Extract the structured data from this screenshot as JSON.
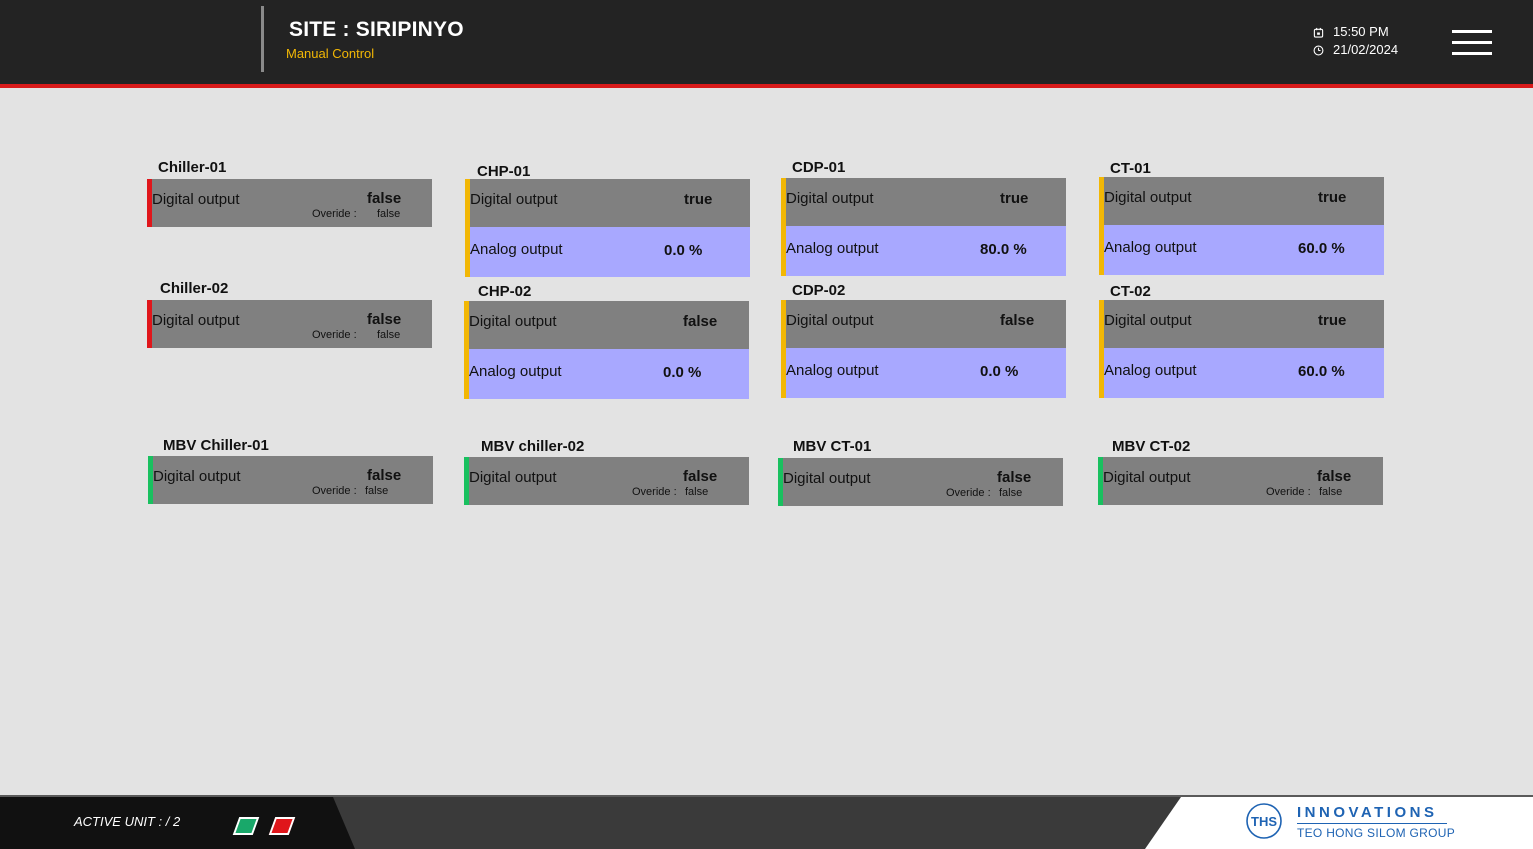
{
  "header": {
    "site_title": "SITE : SIRIPINYO",
    "subtitle": "Manual Control",
    "time": "15:50 PM",
    "date": "21/02/2024",
    "icons": [
      "calendar-icon",
      "clock-icon",
      "hamburger-menu-icon"
    ]
  },
  "colors": {
    "header_bg": "#232323",
    "accent_red": "#d81a1a",
    "subtitle_yellow": "#f2b705",
    "indicator_red": "#e0161b",
    "indicator_yellow": "#f2b705",
    "indicator_green": "#19c05f",
    "digital_bg": "#808080",
    "analog_bg": "#a8a8ff"
  },
  "labels": {
    "digital": "Digital output",
    "analog": "Analog output",
    "override": "Overide :"
  },
  "units": [
    {
      "id": "chiller-01",
      "title": "Chiller-01",
      "indicator": "red",
      "digital": "false",
      "override": "false"
    },
    {
      "id": "chiller-02",
      "title": "Chiller-02",
      "indicator": "red",
      "digital": "false",
      "override": "false"
    },
    {
      "id": "chp-01",
      "title": "CHP-01",
      "indicator": "yellow",
      "digital": "true",
      "analog": "0.0 %"
    },
    {
      "id": "chp-02",
      "title": "CHP-02",
      "indicator": "yellow",
      "digital": "false",
      "analog": "0.0 %"
    },
    {
      "id": "cdp-01",
      "title": "CDP-01",
      "indicator": "yellow",
      "digital": "true",
      "analog": "80.0 %"
    },
    {
      "id": "cdp-02",
      "title": "CDP-02",
      "indicator": "yellow",
      "digital": "false",
      "analog": "0.0 %"
    },
    {
      "id": "ct-01",
      "title": "CT-01",
      "indicator": "yellow",
      "digital": "true",
      "analog": "60.0 %"
    },
    {
      "id": "ct-02",
      "title": "CT-02",
      "indicator": "yellow",
      "digital": "true",
      "analog": "60.0 %"
    },
    {
      "id": "mbv-chiller-01",
      "title": "MBV Chiller-01",
      "indicator": "green",
      "digital": "false",
      "override": "false"
    },
    {
      "id": "mbv-chiller-02",
      "title": "MBV chiller-02",
      "indicator": "green",
      "digital": "false",
      "override": "false"
    },
    {
      "id": "mbv-ct-01",
      "title": "MBV CT-01",
      "indicator": "green",
      "digital": "false",
      "override": "false"
    },
    {
      "id": "mbv-ct-02",
      "title": "MBV CT-02",
      "indicator": "green",
      "digital": "false",
      "override": "false"
    }
  ],
  "footer": {
    "active_unit": "ACTIVE UNIT : / 2",
    "status_tiles": [
      "green",
      "red"
    ],
    "brand_name": "INNOVATIONS",
    "brand_group": "TEO HONG SILOM GROUP",
    "logo_text": "THS"
  }
}
